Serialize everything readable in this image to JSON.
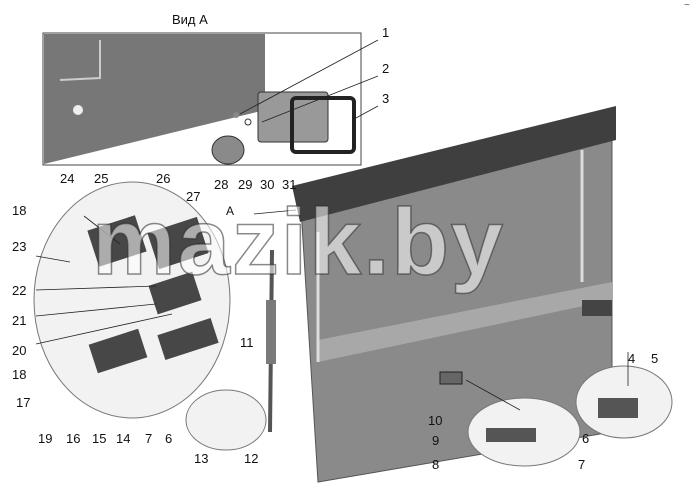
{
  "view": {
    "title": "Вид А",
    "arrow_label": "A"
  },
  "watermark": "mazik.by",
  "corner_mark": "~",
  "callouts": [
    "1",
    "2",
    "3",
    "4",
    "5",
    "6",
    "6",
    "7",
    "7",
    "8",
    "9",
    "10",
    "11",
    "12",
    "13",
    "14",
    "15",
    "16",
    "17",
    "18",
    "18",
    "19",
    "20",
    "21",
    "22",
    "23",
    "24",
    "25",
    "26",
    "27",
    "28",
    "29",
    "30",
    "31"
  ],
  "colors": {
    "panel": "#8c8c8c",
    "panel_dark": "#5e5e5e",
    "rail": "#3d3d3d",
    "line": "#222222",
    "detail_bg": "#f2f2f2"
  }
}
